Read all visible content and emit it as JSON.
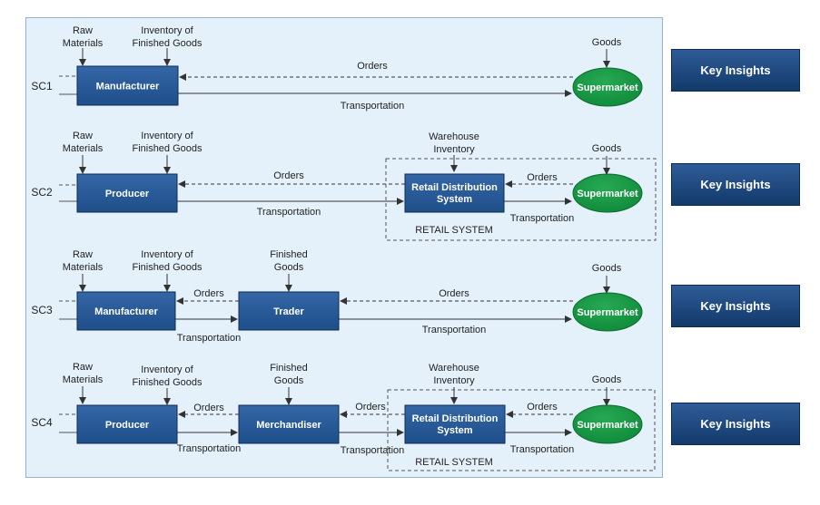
{
  "key_insights": [
    "Key Insights",
    "Key Insights",
    "Key Insights",
    "Key Insights"
  ],
  "labels": {
    "raw_materials": [
      "Raw",
      "Materials"
    ],
    "inventory_finished_goods": [
      "Inventory of",
      "Finished Goods"
    ],
    "finished_goods": [
      "Finished",
      "Goods"
    ],
    "warehouse_inventory": [
      "Warehouse",
      "Inventory"
    ],
    "goods": "Goods",
    "orders": "Orders",
    "transportation": "Transportation",
    "retail_system": "RETAIL SYSTEM"
  },
  "rows": [
    {
      "id": "SC1",
      "nodes": [
        "Manufacturer",
        "Supermarket"
      ]
    },
    {
      "id": "SC2",
      "nodes": [
        "Producer",
        "Retail Distribution System",
        "Supermarket"
      ]
    },
    {
      "id": "SC3",
      "nodes": [
        "Manufacturer",
        "Trader",
        "Supermarket"
      ]
    },
    {
      "id": "SC4",
      "nodes": [
        "Producer",
        "Merchandiser",
        "Retail Distribution System",
        "Supermarket"
      ]
    }
  ],
  "colors": {
    "box": "#1e4f8a",
    "ellipse": "#0f8a3a",
    "panel": "#e4f1fb"
  }
}
